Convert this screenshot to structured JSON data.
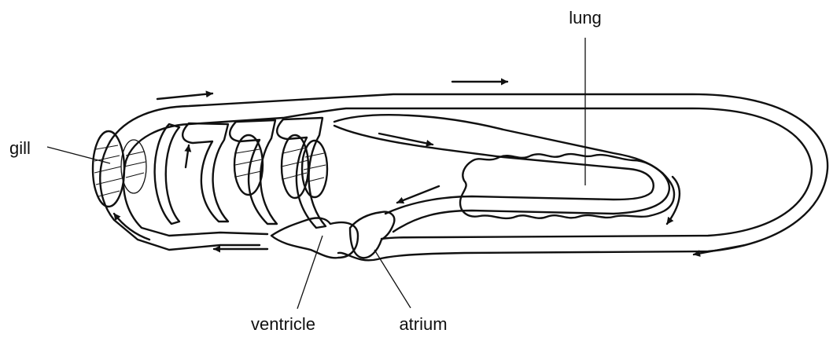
{
  "diagram": {
    "labels": {
      "lung": "lung",
      "gill": "gill",
      "ventricle": "ventricle",
      "atrium": "atrium"
    },
    "colors": {
      "line": "#111111",
      "background": "#ffffff"
    }
  }
}
